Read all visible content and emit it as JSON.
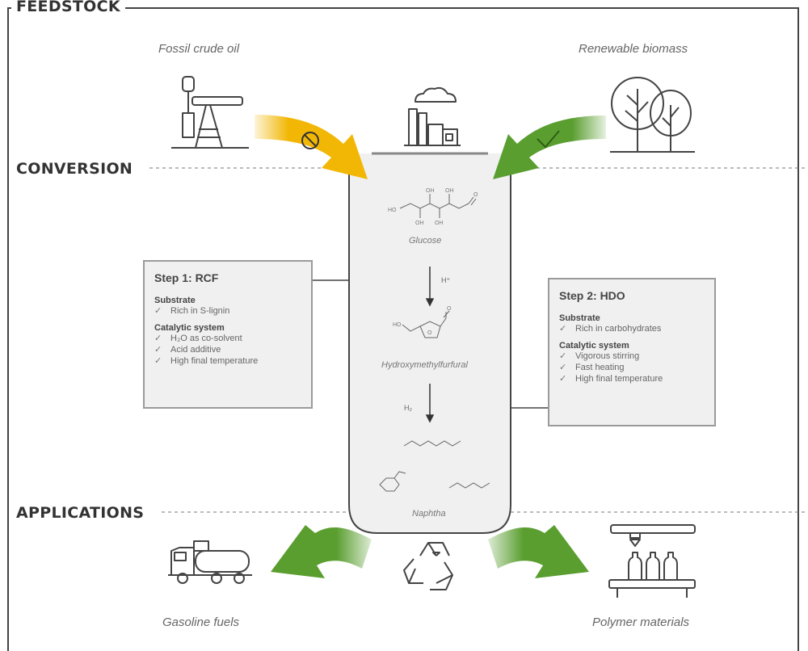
{
  "sections": {
    "feedstock": "FEEDSTOCK",
    "conversion": "CONVERSION",
    "applications": "APPLICATIONS"
  },
  "feedstock": {
    "fossil_label": "Fossil crude oil",
    "renewable_label": "Renewable biomass"
  },
  "reactor": {
    "glucose": "Glucose",
    "hmf": "Hydroxymethylfurfural",
    "naphtha": "Naphtha",
    "catalyst_1": "H⁺",
    "catalyst_2": "H₂"
  },
  "step1": {
    "title": "Step 1: RCF",
    "substrate_heading": "Substrate",
    "substrate_items": [
      "Rich in S-lignin"
    ],
    "catalytic_heading": "Catalytic system",
    "catalytic_items": [
      "H₂O as co-solvent",
      "Acid additive",
      "High final temperature"
    ]
  },
  "step2": {
    "title": "Step 2: HDO",
    "substrate_heading": "Substrate",
    "substrate_items": [
      "Rich in carbohydrates"
    ],
    "catalytic_heading": "Catalytic system",
    "catalytic_items": [
      "Vigorous stirring",
      "Fast heating",
      "High final temperature"
    ]
  },
  "applications": {
    "gasoline_label": "Gasoline fuels",
    "polymer_label": "Polymer materials"
  },
  "colors": {
    "yellow_arrow": "#f2b705",
    "green_arrow": "#5a9e2f",
    "line": "#444444",
    "box_fill": "#f0f0f0"
  },
  "icons": [
    "oil-pump-icon",
    "trees-icon",
    "factory-icon",
    "truck-icon",
    "recycle-icon",
    "bottling-line-icon",
    "prohibited-icon",
    "check-icon"
  ]
}
